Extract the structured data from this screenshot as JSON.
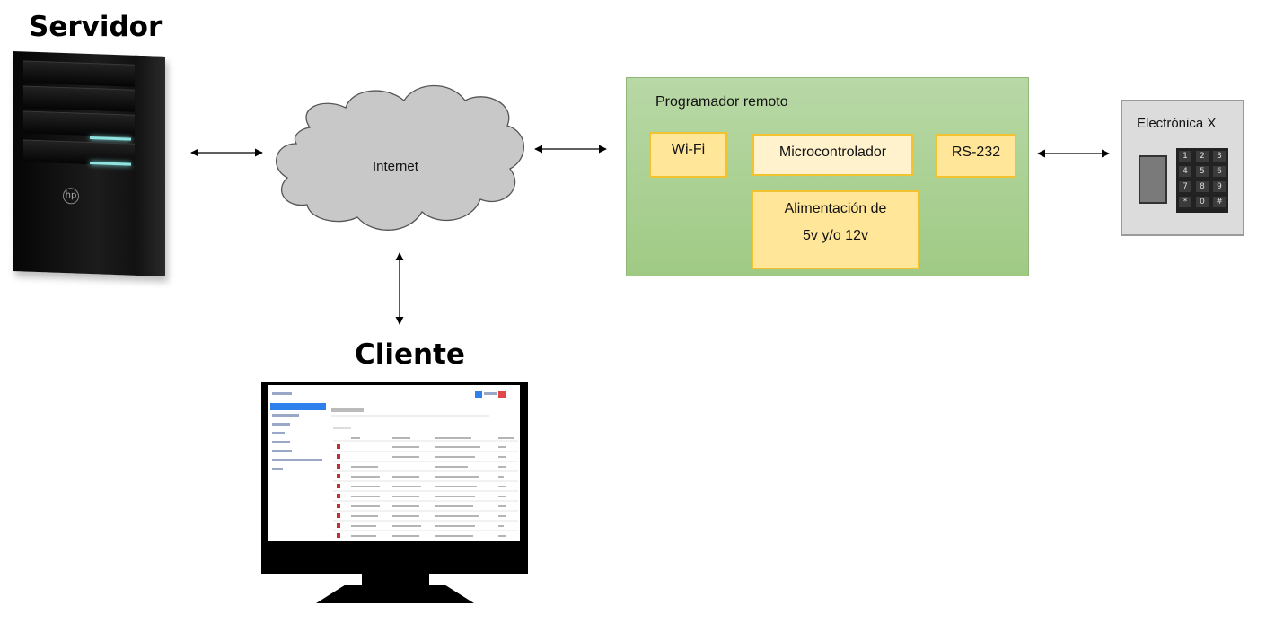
{
  "servidor": {
    "label": "Servidor"
  },
  "internet": {
    "label": "Internet"
  },
  "cliente": {
    "label": "Cliente"
  },
  "programador": {
    "title": "Programador remoto",
    "wifi": "Wi-Fi",
    "micro": "Microcontrolador",
    "rs232": "RS-232",
    "power_line1": "Alimentación de",
    "power_line2": "5v y/o 12v"
  },
  "electronica": {
    "label": "Electrónica X",
    "keys": [
      "1",
      "2",
      "3",
      "4",
      "5",
      "6",
      "7",
      "8",
      "9",
      "*",
      "0",
      "#"
    ]
  },
  "colors": {
    "panel_green": "#a9d18e",
    "box_yellow": "#ffe699",
    "box_border": "#f2c230",
    "cloud_gray": "#c8c8c8",
    "electronic_gray": "#dcdcdc"
  }
}
